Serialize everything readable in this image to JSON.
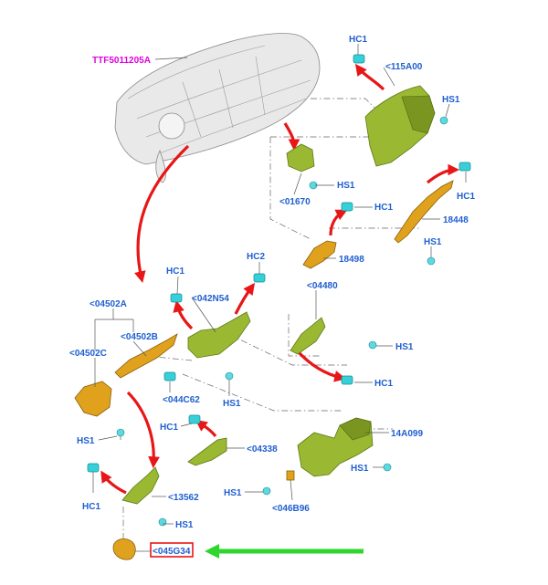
{
  "diagram": {
    "title_part": "TTF5011205A",
    "labels": {
      "hc1_top": "HC1",
      "a115": "<115A00",
      "hs1_top": "HS1",
      "a01670": "<01670",
      "hs1_01670": "HS1",
      "hc1_right": "HC1",
      "hc1_18498": "HC1",
      "a18448": "18448",
      "hs1_18448": "HS1",
      "a18498": "18498",
      "hc2": "HC2",
      "hc1_042": "HC1",
      "a042n54": "<042N54",
      "a04480": "<04480",
      "a04502a": "<04502A",
      "a04502b": "<04502B",
      "a04502c": "<04502C",
      "hs1_04480": "HS1",
      "hc1_04480": "HC1",
      "a044c62": "<044C62",
      "hs1_mid": "HS1",
      "hc1_04338": "HC1",
      "a04338": "<04338",
      "a14a099": "14A099",
      "hs1_left": "HS1",
      "hs1_14a099": "HS1",
      "hs1_046b96": "HS1",
      "a046b96": "<046B96",
      "a13562": "<13562",
      "hc1_13562": "HC1",
      "hs1_13562": "HS1",
      "a045g34": "<045G34"
    },
    "colors": {
      "label_blue": "#1f5fd1",
      "title_magenta": "#e000e0",
      "arrow_red": "#e81616",
      "highlight_box": "#e81616",
      "pointer_green": "#2ed62e"
    }
  }
}
